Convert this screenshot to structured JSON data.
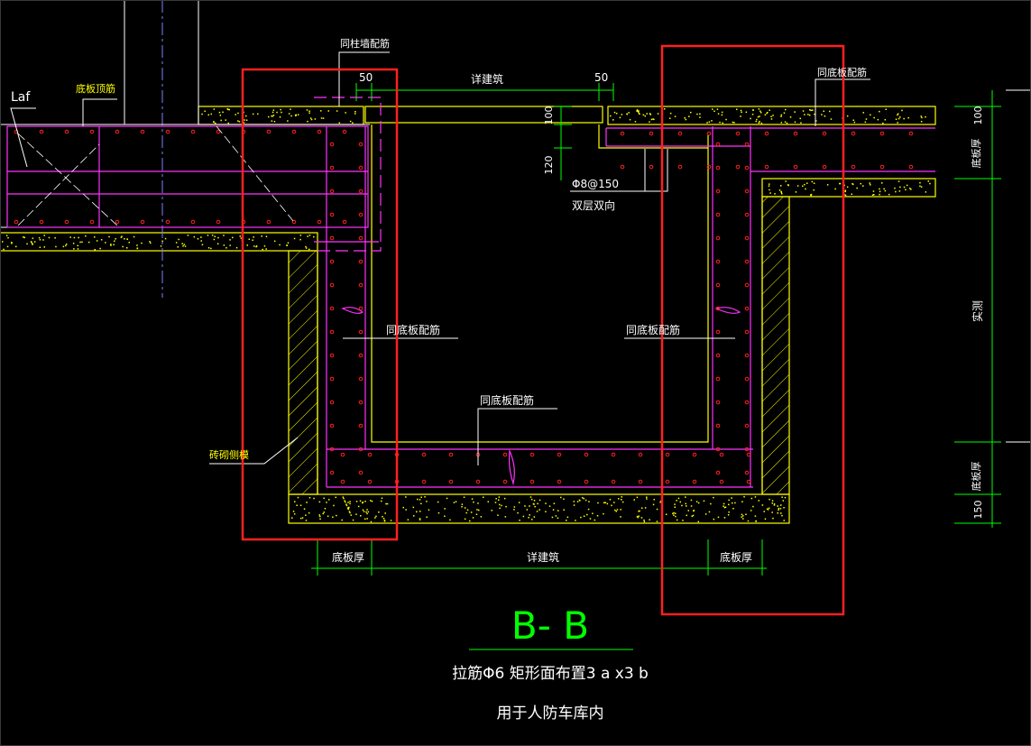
{
  "colors": {
    "background": "#000000",
    "concrete_outline": "#ffff00",
    "rebar": "#ff33ff",
    "rebar_dot": "#ff2222",
    "dimension": "#00ff00",
    "label_text": "#ffffff",
    "leader": "#ffffff",
    "highlight_box": "#ff2020",
    "title": "#00ff00",
    "centerline": "#8080ff",
    "column_line": "#ffffff",
    "hatch": "#ffff00"
  },
  "labels": {
    "laf": "Laf",
    "bottom_top_rebar": "底板顶筋",
    "same_column_wall_rebar": "同柱墙配筋",
    "same_slab_rebar_top_right": "同底板配筋",
    "same_slab_rebar_left": "同底板配筋",
    "same_slab_rebar_right": "同底板配筋",
    "same_slab_rebar_bottom": "同底板配筋",
    "brick_side_form": "砖砌侧模",
    "rebar_spec": "Φ8@150",
    "rebar_spec_sub": "双层双向",
    "pit_width_top": "详建筑",
    "pit_width_bottom": "详建筑",
    "slab_thk_left": "底板厚",
    "slab_thk_right": "底板厚",
    "slab_thk_vertical_top": "底板厚",
    "slab_thk_vertical_bottom": "底板厚",
    "pit_depth_vertical": "实测"
  },
  "dimensions": {
    "dim_50_left": "50",
    "dim_50_right": "50",
    "dim_100": "100",
    "dim_120": "120",
    "dim_100_right": "100",
    "dim_150_right": "150"
  },
  "title": {
    "section": "B- B",
    "note_line1": "拉筋Φ6 矩形面布置3 a x3 b",
    "note_line2": "用于人防车库内"
  }
}
